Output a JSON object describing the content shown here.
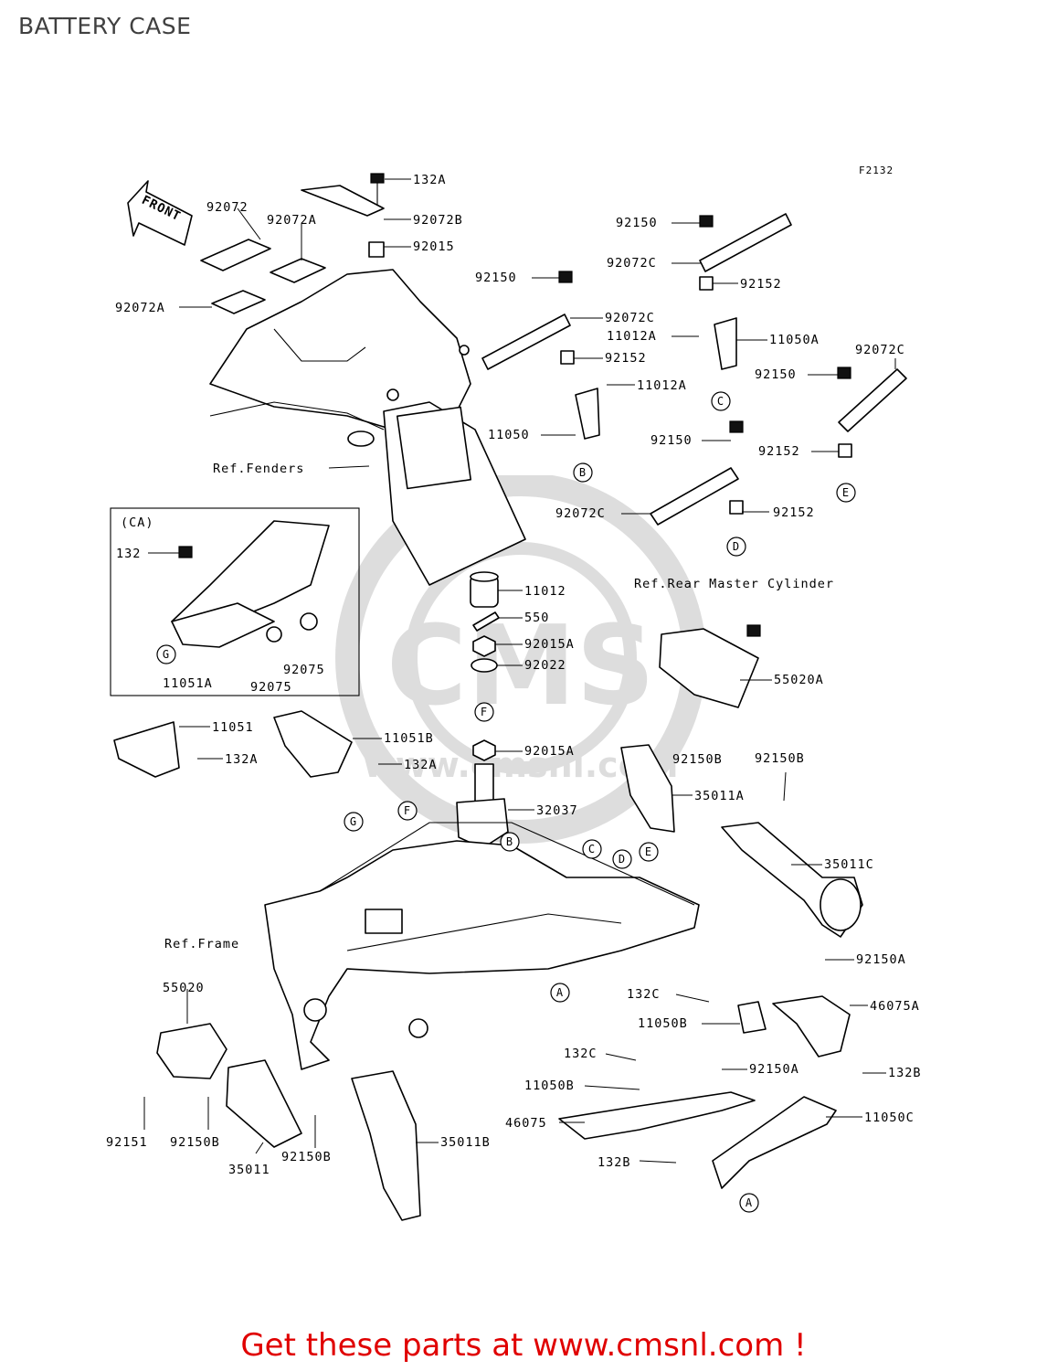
{
  "page": {
    "title": "BATTERY CASE",
    "figure_code": "F2132",
    "footer": "Get these parts at www.cmsnl.com !"
  },
  "colors": {
    "footer_text": "#e00000",
    "line": "#000000",
    "title_text": "#404040"
  },
  "front_arrow": "FRONT",
  "inset": {
    "title": "(CA)"
  },
  "watermark": {
    "text": "www.cmsnl.com",
    "letters": "CMS"
  },
  "part_labels": [
    "132A",
    "92072B",
    "92015",
    "92072",
    "92072A",
    "92072A",
    "92150",
    "92072C",
    "92152",
    "11050A",
    "11012A",
    "92150",
    "92072C",
    "92152",
    "11012A",
    "11050",
    "92072C",
    "92150",
    "92152",
    "92150",
    "92072C",
    "92152",
    "Ref.Fenders",
    "132",
    "11051A",
    "92075",
    "92075",
    "11012",
    "550",
    "92015A",
    "92022",
    "92015A",
    "32037",
    "Ref.Rear Master Cylinder",
    "55020A",
    "92150B",
    "35011A",
    "92150B",
    "35011C",
    "11051",
    "132A",
    "11051B",
    "132A",
    "Ref.Frame",
    "92150A",
    "46075A",
    "132C",
    "11050B",
    "132C",
    "92150A",
    "132B",
    "11050B",
    "46075",
    "11050C",
    "132B",
    "55020",
    "92151",
    "92150B",
    "35011",
    "92150B",
    "35011B"
  ],
  "callouts": [
    "B",
    "C",
    "D",
    "E",
    "F",
    "G",
    "A",
    "A",
    "B",
    "C",
    "D",
    "E",
    "F",
    "G"
  ]
}
